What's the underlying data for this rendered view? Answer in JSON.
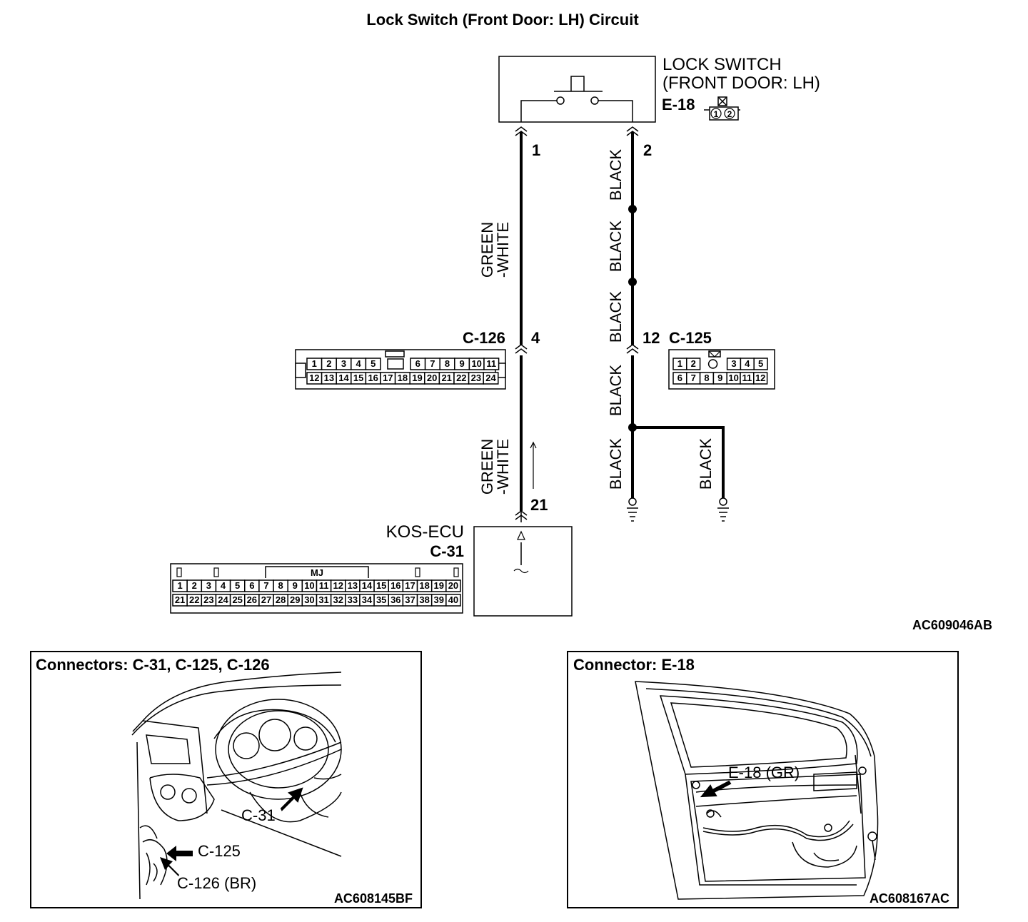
{
  "title": "Lock Switch (Front Door: LH) Circuit",
  "switch": {
    "name_line1": "LOCK SWITCH",
    "name_line2": "(FRONT DOOR: LH)",
    "connector": "E-18",
    "pins": [
      "1",
      "2"
    ]
  },
  "wires": {
    "left_upper": [
      "GREEN",
      "-WHITE"
    ],
    "left_lower": [
      "GREEN",
      "-WHITE"
    ],
    "black_labels": [
      "BLACK",
      "BLACK",
      "BLACK",
      "BLACK",
      "BLACK",
      "BLACK"
    ]
  },
  "pin_numbers": {
    "switch_left": "1",
    "switch_right": "2",
    "c126": "4",
    "c125": "12",
    "ecu": "21"
  },
  "connectors": {
    "c126": {
      "name": "C-126",
      "row1": [
        "1",
        "2",
        "3",
        "4",
        "5",
        "",
        "6",
        "7",
        "8",
        "9",
        "10",
        "11"
      ],
      "row2": [
        "12",
        "13",
        "14",
        "15",
        "16",
        "17",
        "18",
        "19",
        "20",
        "21",
        "22",
        "23",
        "24"
      ]
    },
    "c125": {
      "name": "C-125",
      "row1": [
        "1",
        "2",
        "",
        "3",
        "4",
        "5"
      ],
      "row2": [
        "6",
        "7",
        "8",
        "9",
        "10",
        "11",
        "12"
      ]
    },
    "c31": {
      "name": "C-31",
      "key_label": "MJ",
      "row1": [
        "1",
        "2",
        "3",
        "4",
        "5",
        "6",
        "7",
        "8",
        "9",
        "10",
        "11",
        "12",
        "13",
        "14",
        "15",
        "16",
        "17",
        "18",
        "19",
        "20"
      ],
      "row2": [
        "21",
        "22",
        "23",
        "24",
        "25",
        "26",
        "27",
        "28",
        "29",
        "30",
        "31",
        "32",
        "33",
        "34",
        "35",
        "36",
        "37",
        "38",
        "39",
        "40"
      ]
    }
  },
  "ecu": {
    "name": "KOS-ECU"
  },
  "figure_code_main": "AC609046AB",
  "panel_left": {
    "title": "Connectors: C-31, C-125, C-126",
    "callouts": [
      "C-31",
      "C-125",
      "C-126 (BR)"
    ],
    "figure_code": "AC608145BF"
  },
  "panel_right": {
    "title": "Connector: E-18",
    "callouts": [
      "E-18 (GR)"
    ],
    "figure_code": "AC608167AC"
  }
}
